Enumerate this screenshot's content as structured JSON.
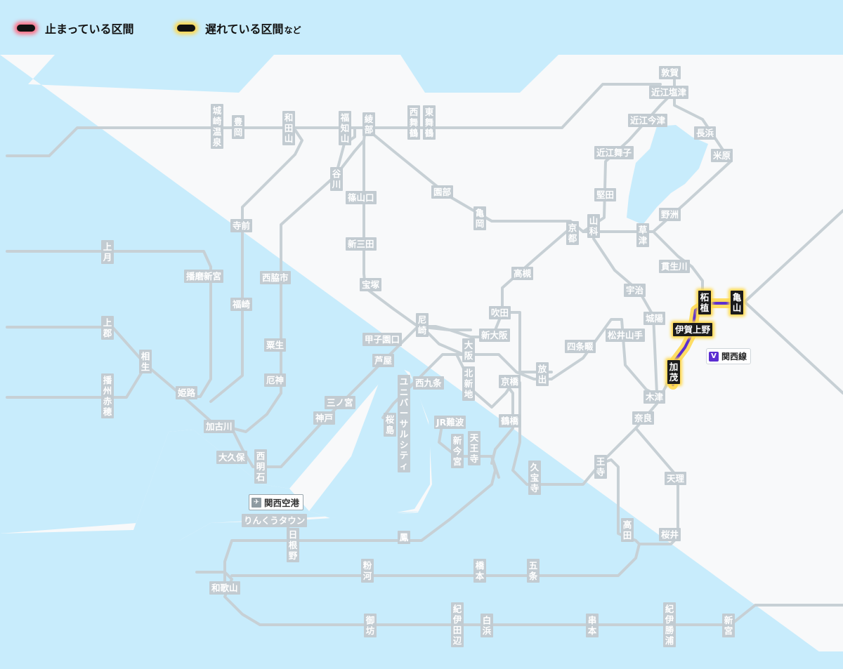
{
  "legend": {
    "stopped_label": "止まっている区間",
    "delayed_label": "遅れている区間",
    "delayed_note": "など"
  },
  "colors": {
    "sea": "#c8ecfc",
    "land": "#f8f9fa",
    "line": "#c7d0d5",
    "station": "#c2cbd1",
    "kansai_line": "#5b2ed1",
    "delay_glow": "#ffd84a",
    "stop_glow": "#ff6f86"
  },
  "badge": {
    "icon": "V",
    "label": "関西線"
  },
  "airport": {
    "icon": "plane-icon",
    "label": "関西空港"
  },
  "stations": {
    "tsuruga": "敦賀",
    "omi_shiotsu": "近江塩津",
    "omi_imazu": "近江今津",
    "nagahama": "長浜",
    "maibara": "米原",
    "omi_maiko": "近江舞子",
    "katata": "堅田",
    "yasu": "野洲",
    "yamashina": "山科",
    "kyoto": "京都",
    "kusatsu": "草津",
    "kibukawa": "貫生川",
    "tsuge": "柘植",
    "kameyama": "亀山",
    "iga_ueno": "伊賀上野",
    "kamo": "加茂",
    "uji": "宇治",
    "joyo": "城陽",
    "matsuiyamate": "松井山手",
    "shijonawate": "四条畷",
    "kizu": "木津",
    "nara": "奈良",
    "oji": "王寺",
    "tenri": "天理",
    "sakurai": "桜井",
    "takada": "高田",
    "takatsuki": "高槻",
    "suita": "吹田",
    "shin_osaka": "新大阪",
    "osaka": "大阪",
    "hanaten": "放出",
    "kyobashi": "京橋",
    "kitashinchi": "北新地",
    "tsuruhashi": "鶴橋",
    "kyuhoji": "久宝寺",
    "tennoji": "天王寺",
    "shin_imamiya": "新今宮",
    "jr_namba": "JR難波",
    "nishikujo": "西九条",
    "universal_city": "ユニバーサルシティ",
    "sakurajima": "桜島",
    "amagasaki": "尼崎",
    "koshienguchi": "甲子園口",
    "ashiya": "芦屋",
    "sannomiya": "三ノ宮",
    "kobe": "神戸",
    "takarazuka": "宝塚",
    "shin_sanda": "新三田",
    "sasayamaguchi": "篠山口",
    "tanigawa": "谷川",
    "fukuchiyama": "福知山",
    "ayabe": "綾部",
    "nishi_maizuru": "西舞鶴",
    "higashi_maizuru": "東舞鶴",
    "sonobe": "園部",
    "kameoka": "亀岡",
    "wadayama": "和田山",
    "toyooka": "豊岡",
    "kinosaki_onsen": "城崎温泉",
    "teramae": "寺前",
    "fukusaki": "福崎",
    "nishiwakishi": "西脇市",
    "awaga": "粟生",
    "yakujin": "厄神",
    "kamigori_top": "上月",
    "kamigori": "上郡",
    "harima_shingu": "播磨新宮",
    "aioi": "相生",
    "banshu_ako": "播州赤穂",
    "himeji": "姫路",
    "kakogawa": "加古川",
    "okubo": "大久保",
    "nishi_akashi": "西明石",
    "rinku_town": "りんくうタウン",
    "hineno": "日根野",
    "otori": "鳳",
    "wakayama": "和歌山",
    "kokawa": "粉河",
    "hashimoto": "橋本",
    "gojo": "五条",
    "gobo": "御坊",
    "kii_tanabe": "紀伊田辺",
    "shirahama": "白浜",
    "kushimoto": "串本",
    "kii_katsuura": "紀伊勝浦",
    "shingu": "新宮"
  }
}
